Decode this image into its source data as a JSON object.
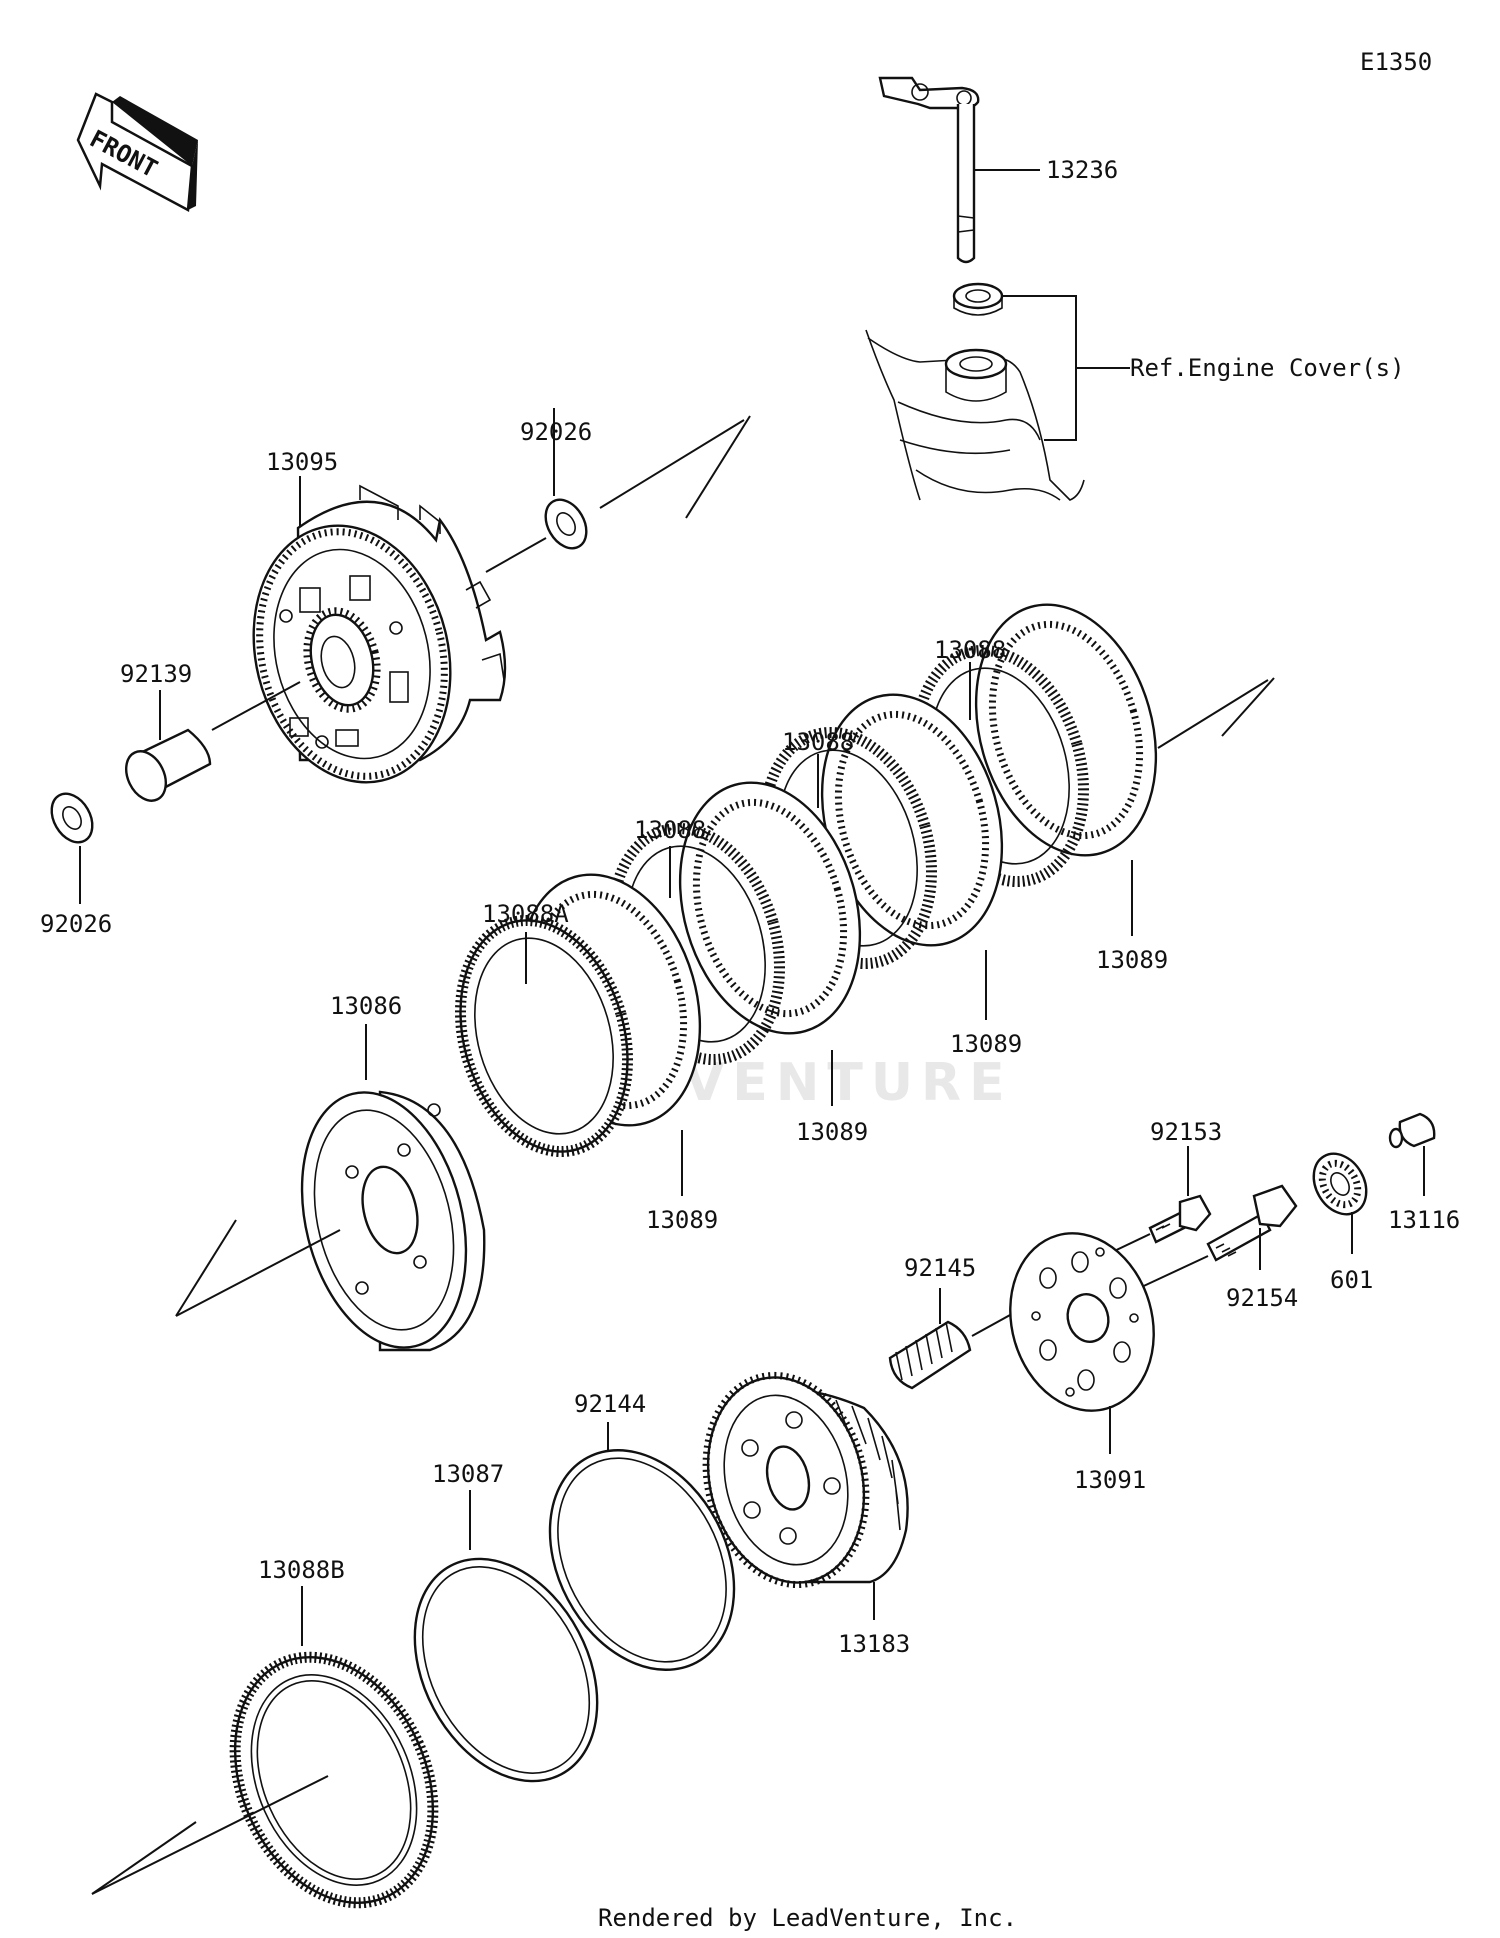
{
  "diagram_id": "E1350",
  "front_arrow_label": "FRONT",
  "reference_label": "Ref.Engine Cover(s)",
  "watermark": "LEADVENTURE",
  "footer": "Rendered by LeadVenture, Inc.",
  "parts": [
    {
      "id": "p13236",
      "label": "13236"
    },
    {
      "id": "p92026a",
      "label": "92026"
    },
    {
      "id": "p13095",
      "label": "13095"
    },
    {
      "id": "p92139",
      "label": "92139"
    },
    {
      "id": "p92026b",
      "label": "92026"
    },
    {
      "id": "p13088a",
      "label": "13088"
    },
    {
      "id": "p13088b",
      "label": "13088"
    },
    {
      "id": "p13088c",
      "label": "13088"
    },
    {
      "id": "p13088A",
      "label": "13088A"
    },
    {
      "id": "p13089a",
      "label": "13089"
    },
    {
      "id": "p13089b",
      "label": "13089"
    },
    {
      "id": "p13089c",
      "label": "13089"
    },
    {
      "id": "p13089d",
      "label": "13089"
    },
    {
      "id": "p13086",
      "label": "13086"
    },
    {
      "id": "p92153",
      "label": "92153"
    },
    {
      "id": "p13116",
      "label": "13116"
    },
    {
      "id": "p601",
      "label": "601"
    },
    {
      "id": "p92154",
      "label": "92154"
    },
    {
      "id": "p92145",
      "label": "92145"
    },
    {
      "id": "p13091",
      "label": "13091"
    },
    {
      "id": "p13183",
      "label": "13183"
    },
    {
      "id": "p92144",
      "label": "92144"
    },
    {
      "id": "p13087",
      "label": "13087"
    },
    {
      "id": "p13088B",
      "label": "13088B"
    }
  ]
}
